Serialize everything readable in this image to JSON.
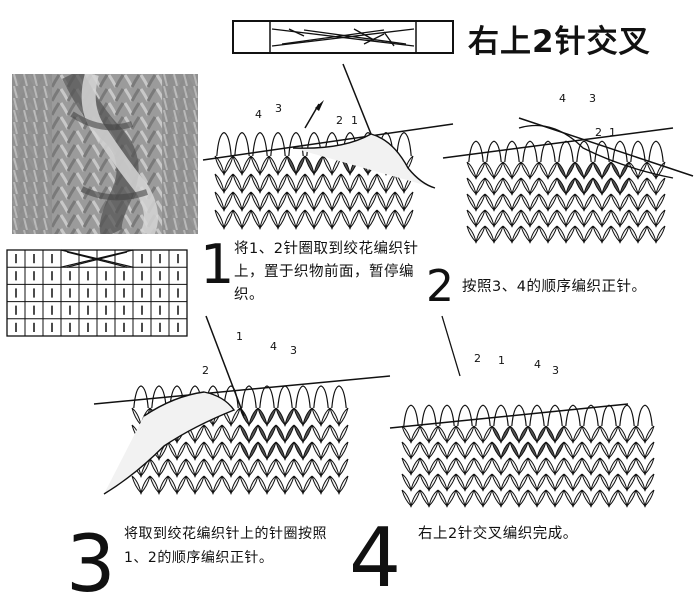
{
  "title": "右上2针交叉",
  "colors": {
    "ink": "#111111",
    "crossed_stitch": "#555555",
    "photo_yarn": "#9a9a9a"
  },
  "steps": [
    {
      "number": "1",
      "text": "将1、2针圈取到绞花编织针上，置于织物前面，暂停编织。",
      "labels": [
        "4",
        "3",
        "2",
        "1"
      ]
    },
    {
      "number": "2",
      "text": "按照3、4的顺序编织正针。",
      "labels": [
        "4",
        "3",
        "2",
        "1"
      ]
    },
    {
      "number": "3",
      "text": "将取到绞花编织针上的针圈按照1、2的顺序编织正针。",
      "labels": [
        "1",
        "2",
        "4",
        "3"
      ]
    },
    {
      "number": "4",
      "text": "右上2针交叉编织完成。",
      "labels": [
        "2",
        "1",
        "4",
        "3"
      ]
    }
  ]
}
